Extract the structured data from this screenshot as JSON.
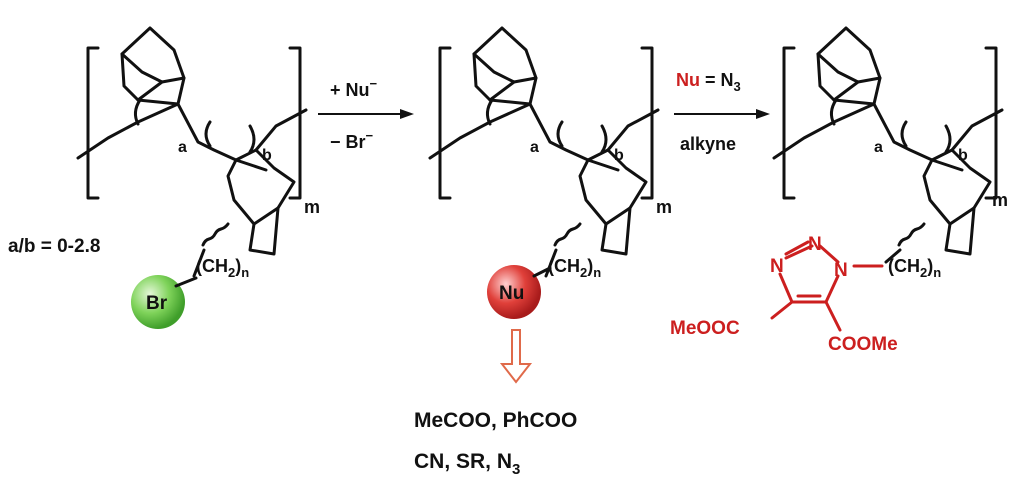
{
  "colors": {
    "bond": "#111111",
    "highlight": "#cc1f1f",
    "br_ball": "#5fbf3f",
    "nu_ball": "#d92b2b",
    "hollow_arrow": "#e06a4a"
  },
  "polymer": {
    "label_a": "a",
    "label_b": "b",
    "repeat": "m",
    "chain": "(CH",
    "chain_sub": "2",
    "chain_close": ")",
    "chain_n": "n"
  },
  "start": {
    "ratio": "a/b = 0-2.8",
    "ball_label": "Br"
  },
  "step1": {
    "reagent": "+ Nu",
    "reagent_sup": "−",
    "byproduct": "− Br",
    "byproduct_sup": "−"
  },
  "middle": {
    "ball_label": "Nu"
  },
  "step2": {
    "nu": "Nu",
    "eq": " = N",
    "eq_sub": "3",
    "reagent": "alkyne"
  },
  "triazole": {
    "n1": "N",
    "n2": "N",
    "n3": "N",
    "left_group": "MeOOC",
    "right_group": "COOMe"
  },
  "nucleophiles": {
    "line1": "MeCOO, PhCOO",
    "line2": "CN, SR, N",
    "line2_sub": "3"
  }
}
